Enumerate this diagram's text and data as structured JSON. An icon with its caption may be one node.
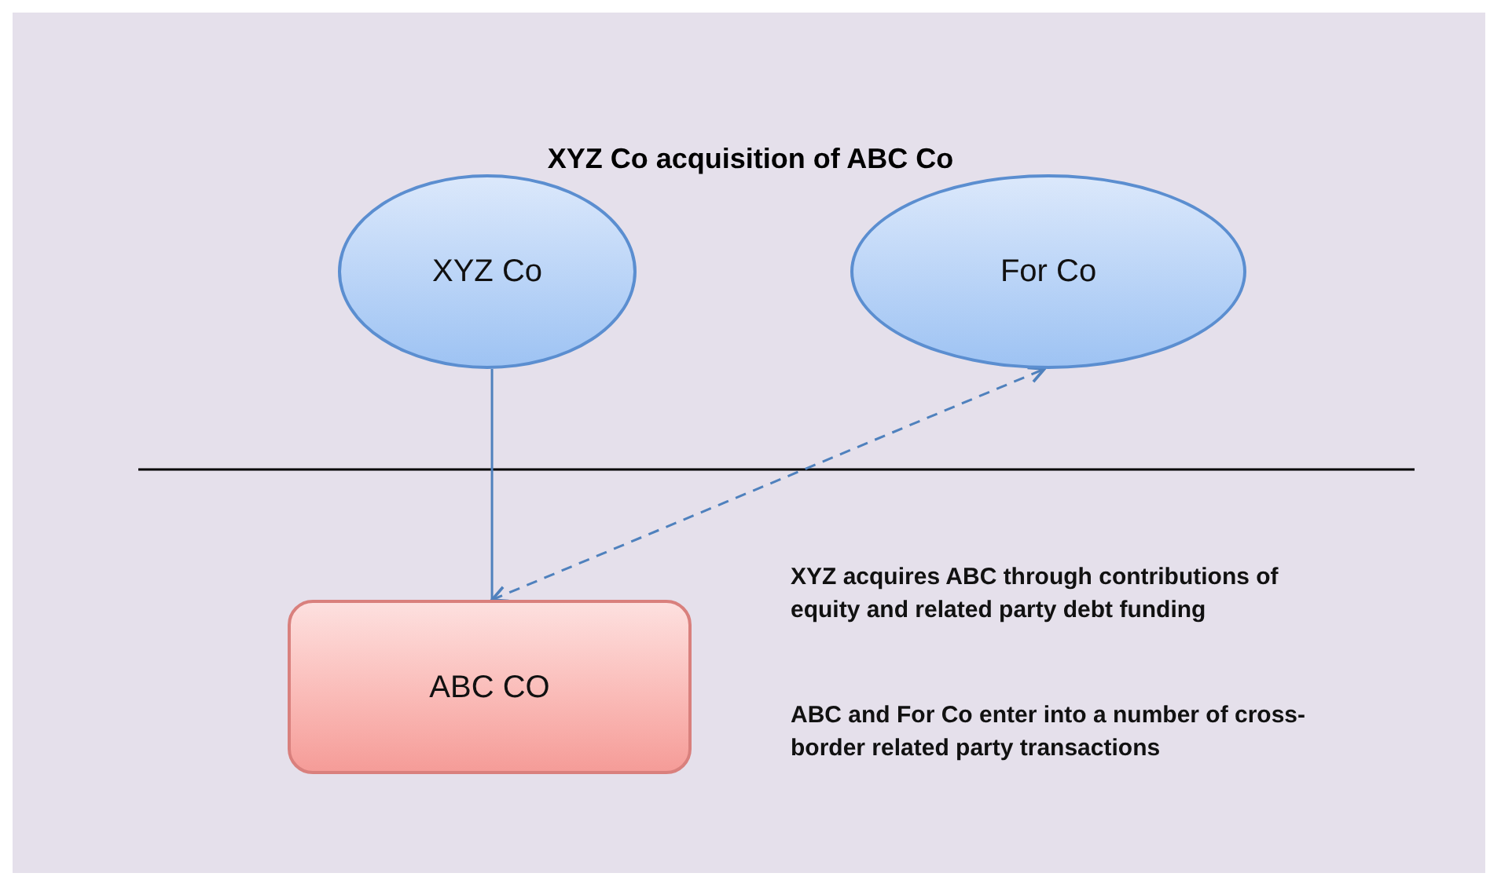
{
  "diagram": {
    "title": "XYZ Co acquisition of ABC Co",
    "nodes": [
      {
        "text": [
          "XYZ Co"
        ]
      },
      {
        "text": [
          "For Co"
        ]
      },
      {
        "text": [
          "ABC CO"
        ]
      }
    ],
    "edges": [
      {
        "from": 0,
        "to": 2,
        "arrow": "none"
      },
      {
        "from": 2,
        "to": 1,
        "arrow": "both",
        "style": "dashed"
      }
    ],
    "labels": [
      "XYZ acquires ABC through contributions of equity and related party debt funding",
      "ABC and For Co enter into a number of cross-border related party transactions"
    ]
  }
}
